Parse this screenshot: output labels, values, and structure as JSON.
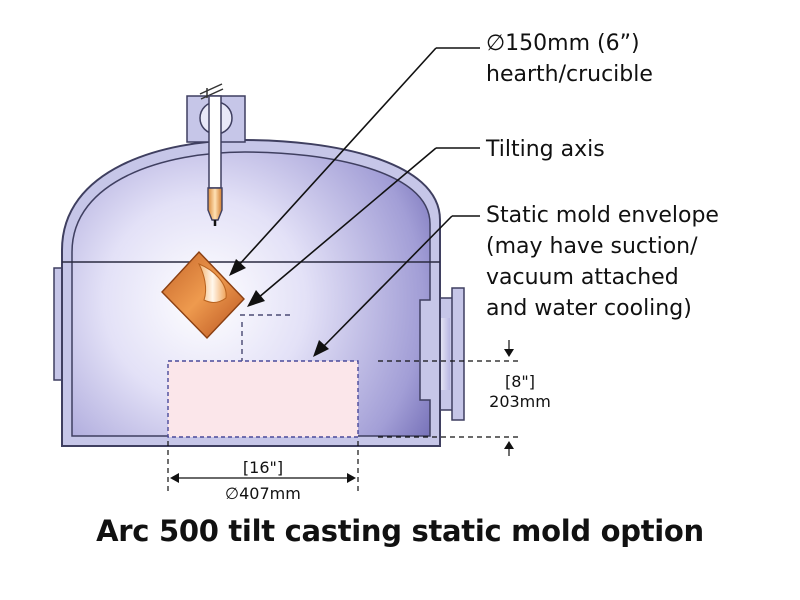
{
  "title": "Arc 500 tilt casting static mold option",
  "callouts": {
    "hearth": {
      "line1": "∅150mm (6”)",
      "line2": "hearth/crucible"
    },
    "tilting_axis": "Tilting axis",
    "mold_envelope": {
      "line1": "Static mold envelope",
      "line2": "(may have suction/",
      "line3": "vacuum attached",
      "line4": "and water cooling)"
    }
  },
  "dimensions": {
    "height": {
      "imperial": "[8\"]",
      "metric": "203mm"
    },
    "width": {
      "imperial": "[16\"]",
      "metric": "∅407mm"
    }
  },
  "colors": {
    "chamber_outline": "#3f3f60",
    "chamber_wall_fill": "#c6c6e8",
    "chamber_inner_light": "#ffffff",
    "chamber_inner_dark": "#6a64b0",
    "hearth_orange": "#e08a3a",
    "mold_fill": "#fbe6ea",
    "mold_border": "#4a4a9a"
  }
}
